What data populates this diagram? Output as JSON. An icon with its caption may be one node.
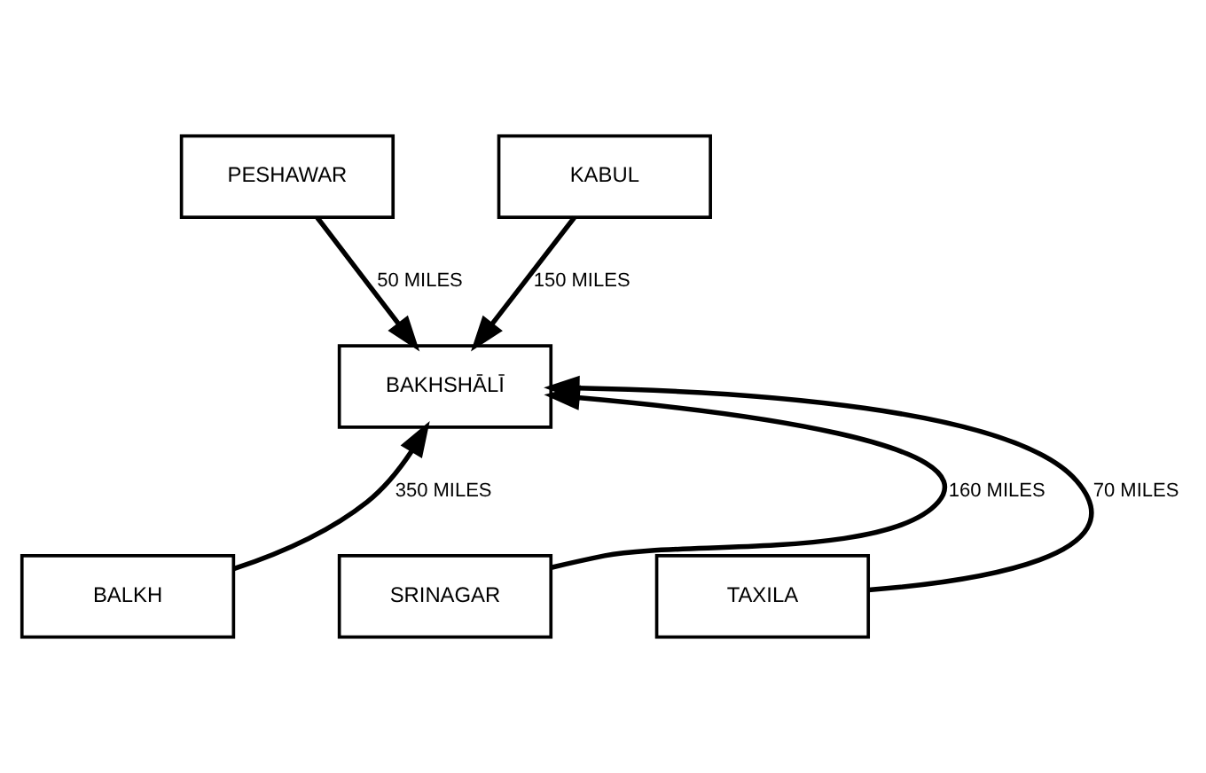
{
  "diagram": {
    "nodes": [
      {
        "text": [
          "PESHAWAR"
        ]
      },
      {
        "text": [
          "KABUL"
        ]
      },
      {
        "text": [
          "BAKHSHĀLĪ"
        ]
      },
      {
        "text": [
          "BALKH"
        ]
      },
      {
        "text": [
          "SRINAGAR"
        ]
      },
      {
        "text": [
          "TAXILA"
        ]
      }
    ],
    "edges": [
      {
        "from": 0,
        "to": 2,
        "arrow": "to",
        "label": "50 MILES"
      },
      {
        "from": 1,
        "to": 2,
        "arrow": "to",
        "label": "150 MILES"
      },
      {
        "from": 4,
        "to": 2,
        "arrow": "to",
        "label": "160 MILES"
      },
      {
        "from": 3,
        "to": 2,
        "arrow": "to",
        "label": "350 MILES"
      },
      {
        "from": 5,
        "to": 2,
        "arrow": "to",
        "label": "70 MILES"
      }
    ]
  }
}
